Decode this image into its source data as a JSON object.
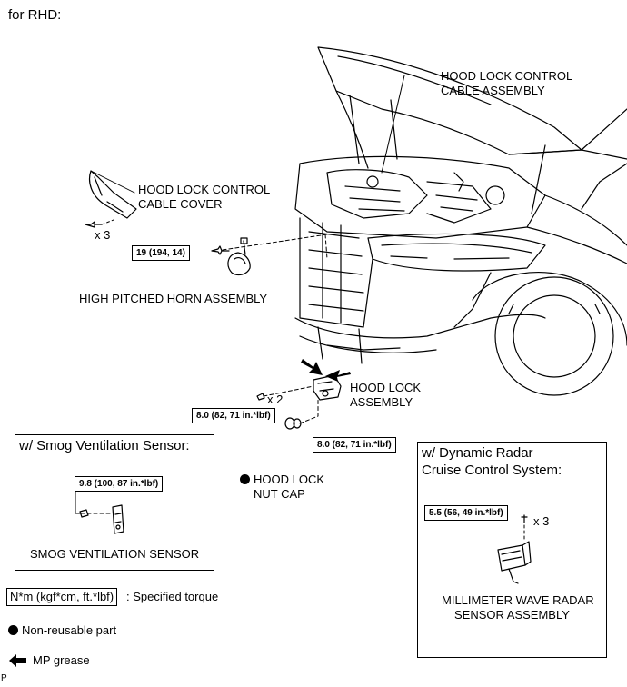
{
  "header": {
    "title": "for RHD:"
  },
  "labels": {
    "hood_lock_cable_l1": "HOOD LOCK CONTROL",
    "hood_lock_cable_l2": "CABLE ASSEMBLY",
    "cable_cover_l1": "HOOD LOCK CONTROL",
    "cable_cover_l2": "CABLE COVER",
    "cover_qty": "x 3",
    "horn": "HIGH PITCHED HORN ASSEMBLY",
    "hood_lock_l1": "HOOD LOCK",
    "hood_lock_l2": "ASSEMBLY",
    "hood_lock_qty": "x 2",
    "nut_cap_l1": "HOOD LOCK",
    "nut_cap_l2": "NUT CAP",
    "radar_qty": "x 3",
    "smog_sensor": "SMOG VENTILATION SENSOR",
    "radar_l1": "MILLIMETER WAVE RADAR",
    "radar_l2": "SENSOR ASSEMBLY",
    "page_marker": "P"
  },
  "torques": {
    "horn": "19 (194, 14)",
    "hood_lock": "8.0 (82, 71 in.*lbf)",
    "nut_cap": "8.0 (82, 71 in.*lbf)",
    "smog": "9.8 (100, 87 in.*lbf)",
    "radar": "5.5 (56, 49 in.*lbf)"
  },
  "panels": {
    "smog_title": "w/ Smog Ventilation Sensor:",
    "radar_title_l1": "w/ Dynamic Radar",
    "radar_title_l2": "Cruise Control System:"
  },
  "legend": {
    "torque_box": "N*m (kgf*cm, ft.*lbf)",
    "torque_desc": ": Specified torque",
    "nonreusable": "Non-reusable part",
    "grease": "MP grease"
  }
}
